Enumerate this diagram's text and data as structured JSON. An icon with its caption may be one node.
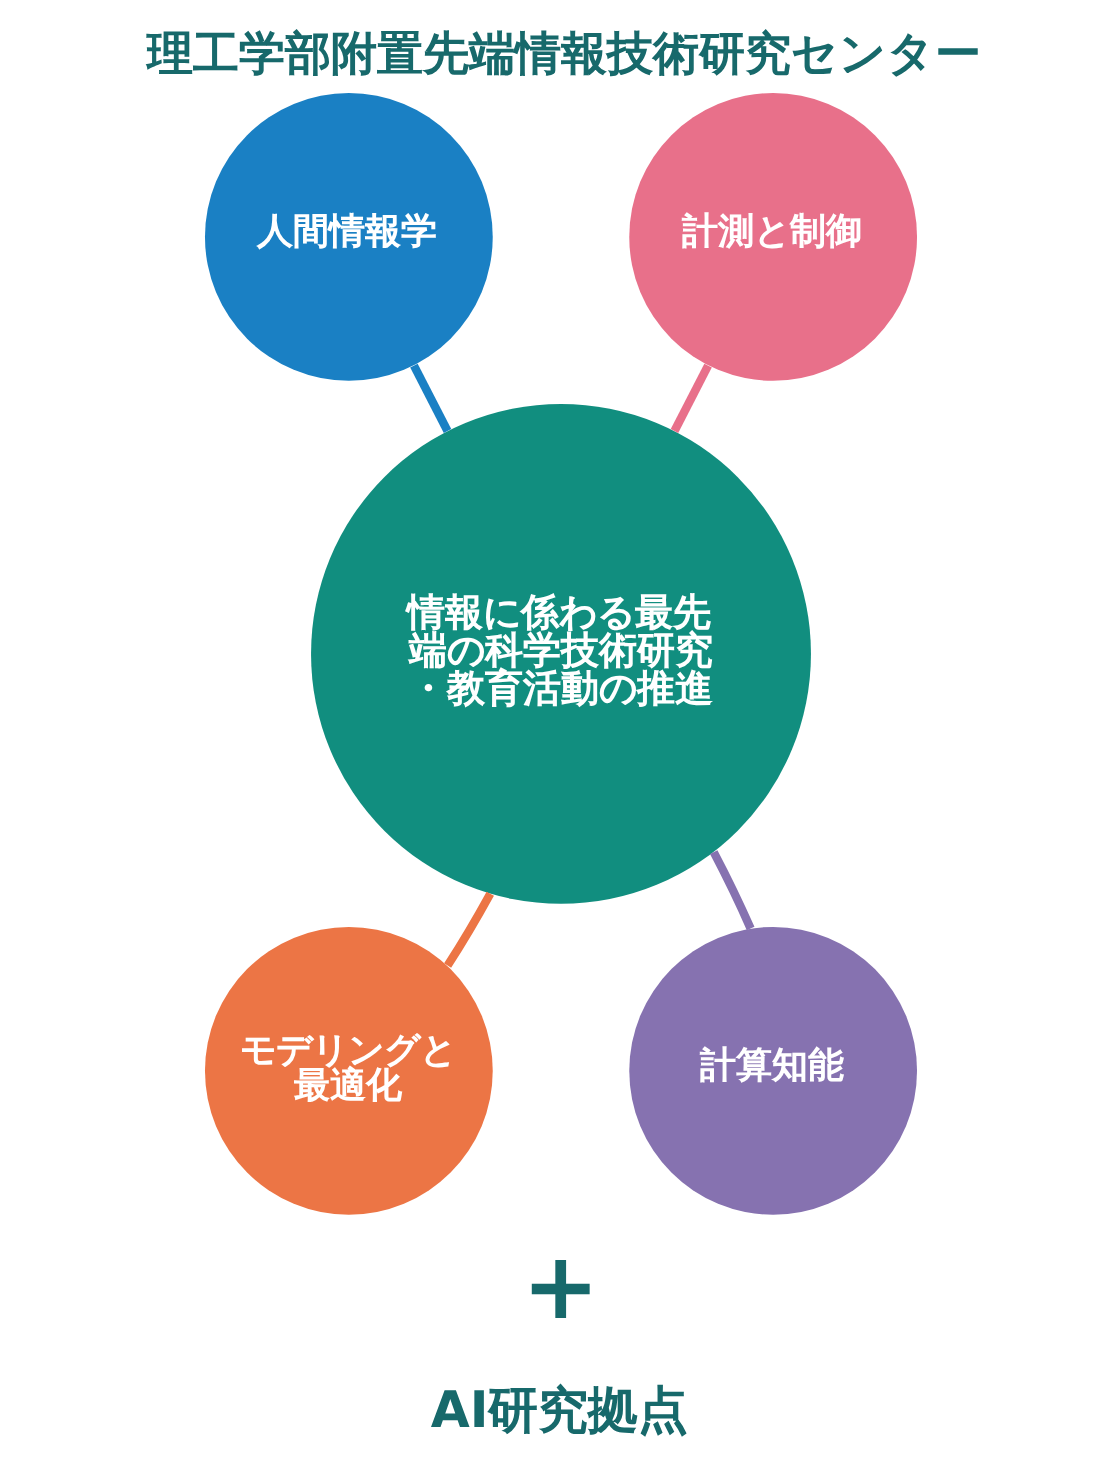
{
  "diagram": {
    "title": "理工学部附置先端情報技術研究センター",
    "nodes": [
      {
        "text": [
          "人間情報学"
        ]
      },
      {
        "text": [
          "計測と制御"
        ]
      },
      {
        "text": [
          "情報に係わる最先端の科学技術研究・教育活動の推進"
        ]
      },
      {
        "text": [
          "モデリングと最適化"
        ]
      },
      {
        "text": [
          "計算知能"
        ]
      }
    ],
    "edges": [
      {
        "from": 0,
        "to": 2,
        "arrow": "none",
        "color": "#1a80c4"
      },
      {
        "from": 1,
        "to": 2,
        "arrow": "none",
        "color": "#e8708a"
      },
      {
        "from": 3,
        "to": 2,
        "arrow": "none",
        "color": "#ec7545"
      },
      {
        "from": 4,
        "to": 2,
        "arrow": "none",
        "color": "#8672b0"
      }
    ],
    "labels": [
      "+",
      "AI研究拠点"
    ]
  }
}
